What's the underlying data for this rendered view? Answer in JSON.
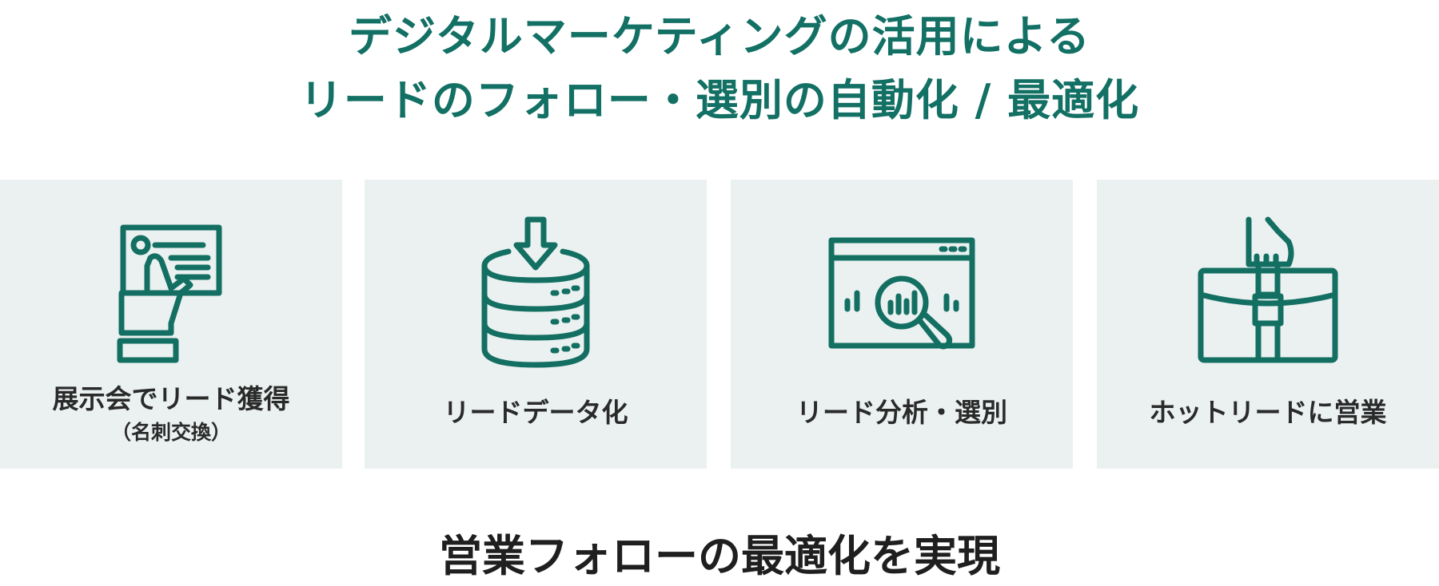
{
  "headline": {
    "line1": "デジタルマーケティングの活用による",
    "line2": "リードのフォロー・選別の自動化 / 最適化",
    "color": "#137064"
  },
  "accent_color": "#146f63",
  "card_background": "#eaf1f0",
  "steps": [
    {
      "icon": "hand-business-card-icon",
      "label": "展示会でリード獲得",
      "sublabel": "（名刺交換）"
    },
    {
      "icon": "database-download-icon",
      "label": "リードデータ化"
    },
    {
      "icon": "analytics-magnifier-icon",
      "label": "リード分析・選別"
    },
    {
      "icon": "briefcase-hand-icon",
      "label": "ホットリードに営業"
    }
  ],
  "conclusion": "営業フォローの最適化を実現"
}
